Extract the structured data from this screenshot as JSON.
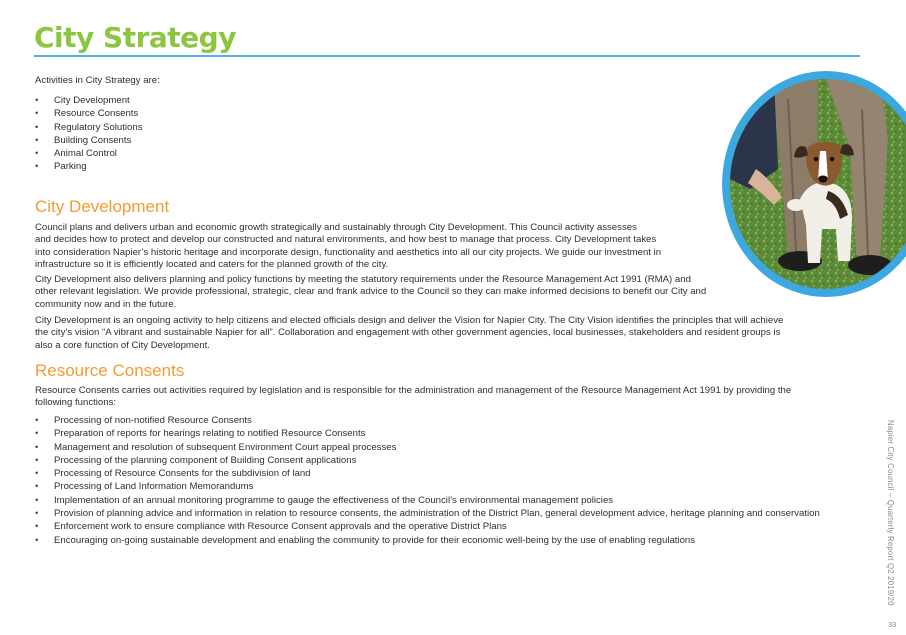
{
  "title": "City Strategy",
  "intro": "Activities in City Strategy are:",
  "activities": [
    "City Development",
    "Resource Consents",
    "Regulatory Solutions",
    "Building Consents",
    "Animal Control",
    "Parking"
  ],
  "city_dev": {
    "heading": "City Development",
    "p1_lines": [
      "Council plans and delivers urban and economic growth strategically and sustainably through City Development. This Council activity assesses",
      "and decides how to protect and develop our constructed and natural environments, and how best to manage that process. City Development takes",
      "into consideration Napier’s historic heritage and incorporate design, functionality and aesthetics into all our city projects. We guide our investment in",
      "infrastructure so it is efficiently located and caters for the planned growth of the city."
    ],
    "p2_lines": [
      "City Development also delivers planning and policy functions by meeting the statutory requirements under the Resource Management Act 1991 (RMA) and",
      "other relevant legislation. We provide professional, strategic, clear and frank advice to the Council so they can make informed decisions to benefit our City and",
      "community now and in the future."
    ],
    "p3_lines": [
      "City Development is an ongoing activity to help citizens and elected officials design and deliver the Vision for Napier City. The City Vision identifies the principles that will achieve",
      "the city’s vision “A vibrant and sustainable Napier for all”. Collaboration and engagement with other government agencies, local businesses, stakeholders and resident groups is",
      "also a core function of City Development."
    ]
  },
  "resource": {
    "heading": "Resource Consents",
    "p1_lines": [
      "Resource Consents carries out activities required by legislation and is responsible for the administration and management of the Resource Management Act 1991 by providing the",
      "following functions:"
    ],
    "items": [
      "Processing of non-notified Resource Consents",
      "Preparation of reports for hearings relating to notified Resource Consents",
      "Management and resolution of subsequent Environment Court appeal processes",
      "Processing of the planning component of Building Consent applications",
      "Processing of Resource Consents for the subdivision of land",
      "Processing of Land Information Memorandums",
      "Implementation of an annual monitoring programme to gauge the effectiveness of the Council’s environmental management policies",
      "Provision of planning advice and information in relation to resource consents, the administration of the District Plan, general development advice, heritage planning and conservation",
      "Enforcement work to ensure compliance with Resource Consent approvals and the operative District Plans",
      "Encouraging on-going sustainable development and enabling the community to provide for their economic well-being by the use of enabling regulations"
    ]
  },
  "side_text": "Napier City Council – Quarterly Report Q2 2019/20",
  "page_number": "33",
  "colors": {
    "title": "#8cc63f",
    "heading": "#f39c32",
    "rule": "#4fb3e6",
    "ring": "#3da8e0"
  }
}
